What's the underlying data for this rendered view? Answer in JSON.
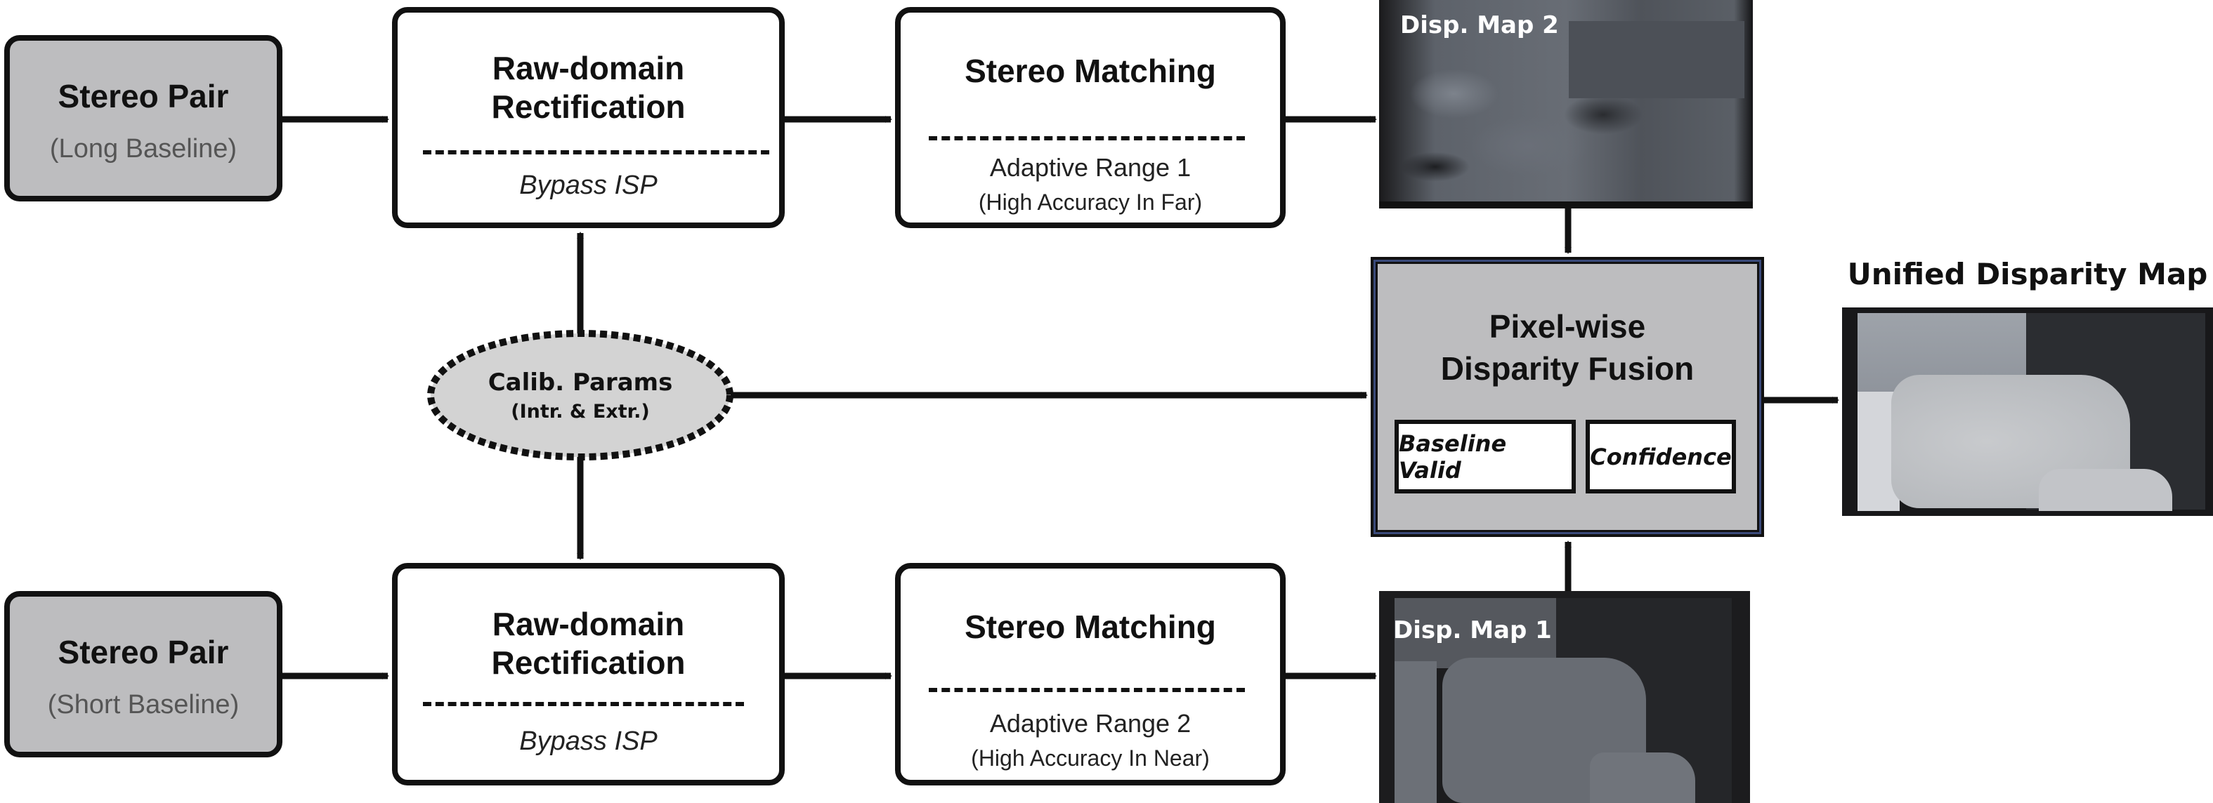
{
  "top_branch": {
    "input": {
      "title": "Stereo Pair",
      "subtitle": "(Long Baseline)"
    },
    "rectification": {
      "title_line1": "Raw-domain",
      "title_line2": "Rectification",
      "note": "Bypass ISP"
    },
    "matching": {
      "title": "Stereo Matching",
      "range": "Adaptive Range 1",
      "range_note": "(High Accuracy In Far)"
    },
    "output_map": {
      "label": "Disp. Map 2"
    }
  },
  "bottom_branch": {
    "input": {
      "title": "Stereo Pair",
      "subtitle": "(Short Baseline)"
    },
    "rectification": {
      "title_line1": "Raw-domain",
      "title_line2": "Rectification",
      "note": "Bypass ISP"
    },
    "matching": {
      "title": "Stereo Matching",
      "range": "Adaptive Range 2",
      "range_note": "(High Accuracy In Near)"
    },
    "output_map": {
      "label": "Disp. Map 1"
    }
  },
  "calibration": {
    "title": "Calib. Params",
    "subtitle": "(Intr. & Extr.)"
  },
  "fusion": {
    "title_line1": "Pixel-wise",
    "title_line2": "Disparity Fusion",
    "criteria": [
      "Baseline Valid",
      "Confidence"
    ]
  },
  "result": {
    "title": "Unified Disparity Map"
  },
  "colors": {
    "stroke": "#111111",
    "input_fill": "#bdbdbf",
    "ellipse_fill": "#d3d3d3",
    "fusion_fill": "#bdbdbf",
    "fusion_border_accent": "#3a4a7a"
  }
}
